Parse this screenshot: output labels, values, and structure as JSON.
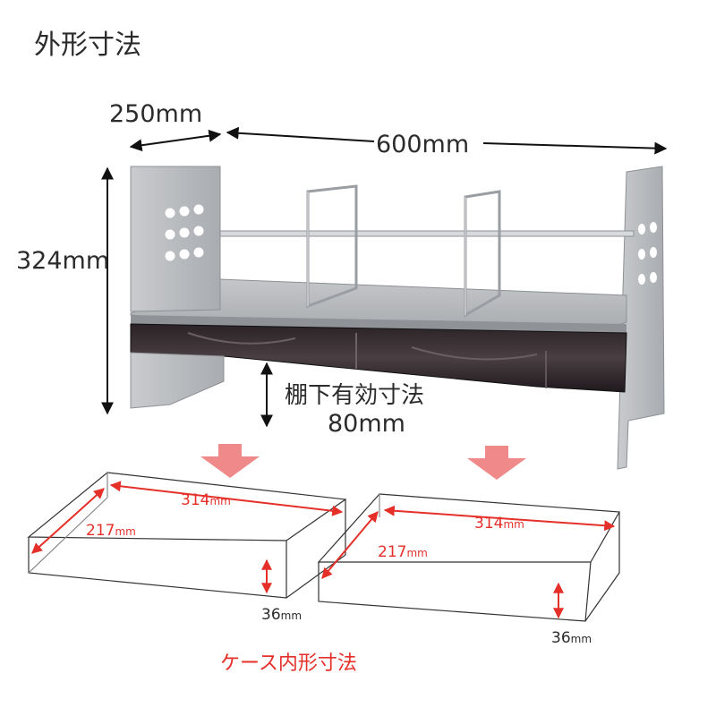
{
  "title": "外形寸法",
  "dimensions": {
    "depth": "250mm",
    "width": "600mm",
    "height": "324mm",
    "under_shelf_label": "棚下有効寸法",
    "under_shelf_value": "80mm"
  },
  "cases": [
    {
      "width": "314",
      "depth": "217",
      "height": "36",
      "unit": "mm"
    },
    {
      "width": "314",
      "depth": "217",
      "height": "36",
      "unit": "mm"
    }
  ],
  "caption": "ケース内形寸法",
  "colors": {
    "text": "#2b2b2b",
    "accent_red": "#e5302a",
    "arrow_pink": "#f08a8a",
    "metal": "#b9bcc0",
    "drawer": "#3a3033"
  }
}
